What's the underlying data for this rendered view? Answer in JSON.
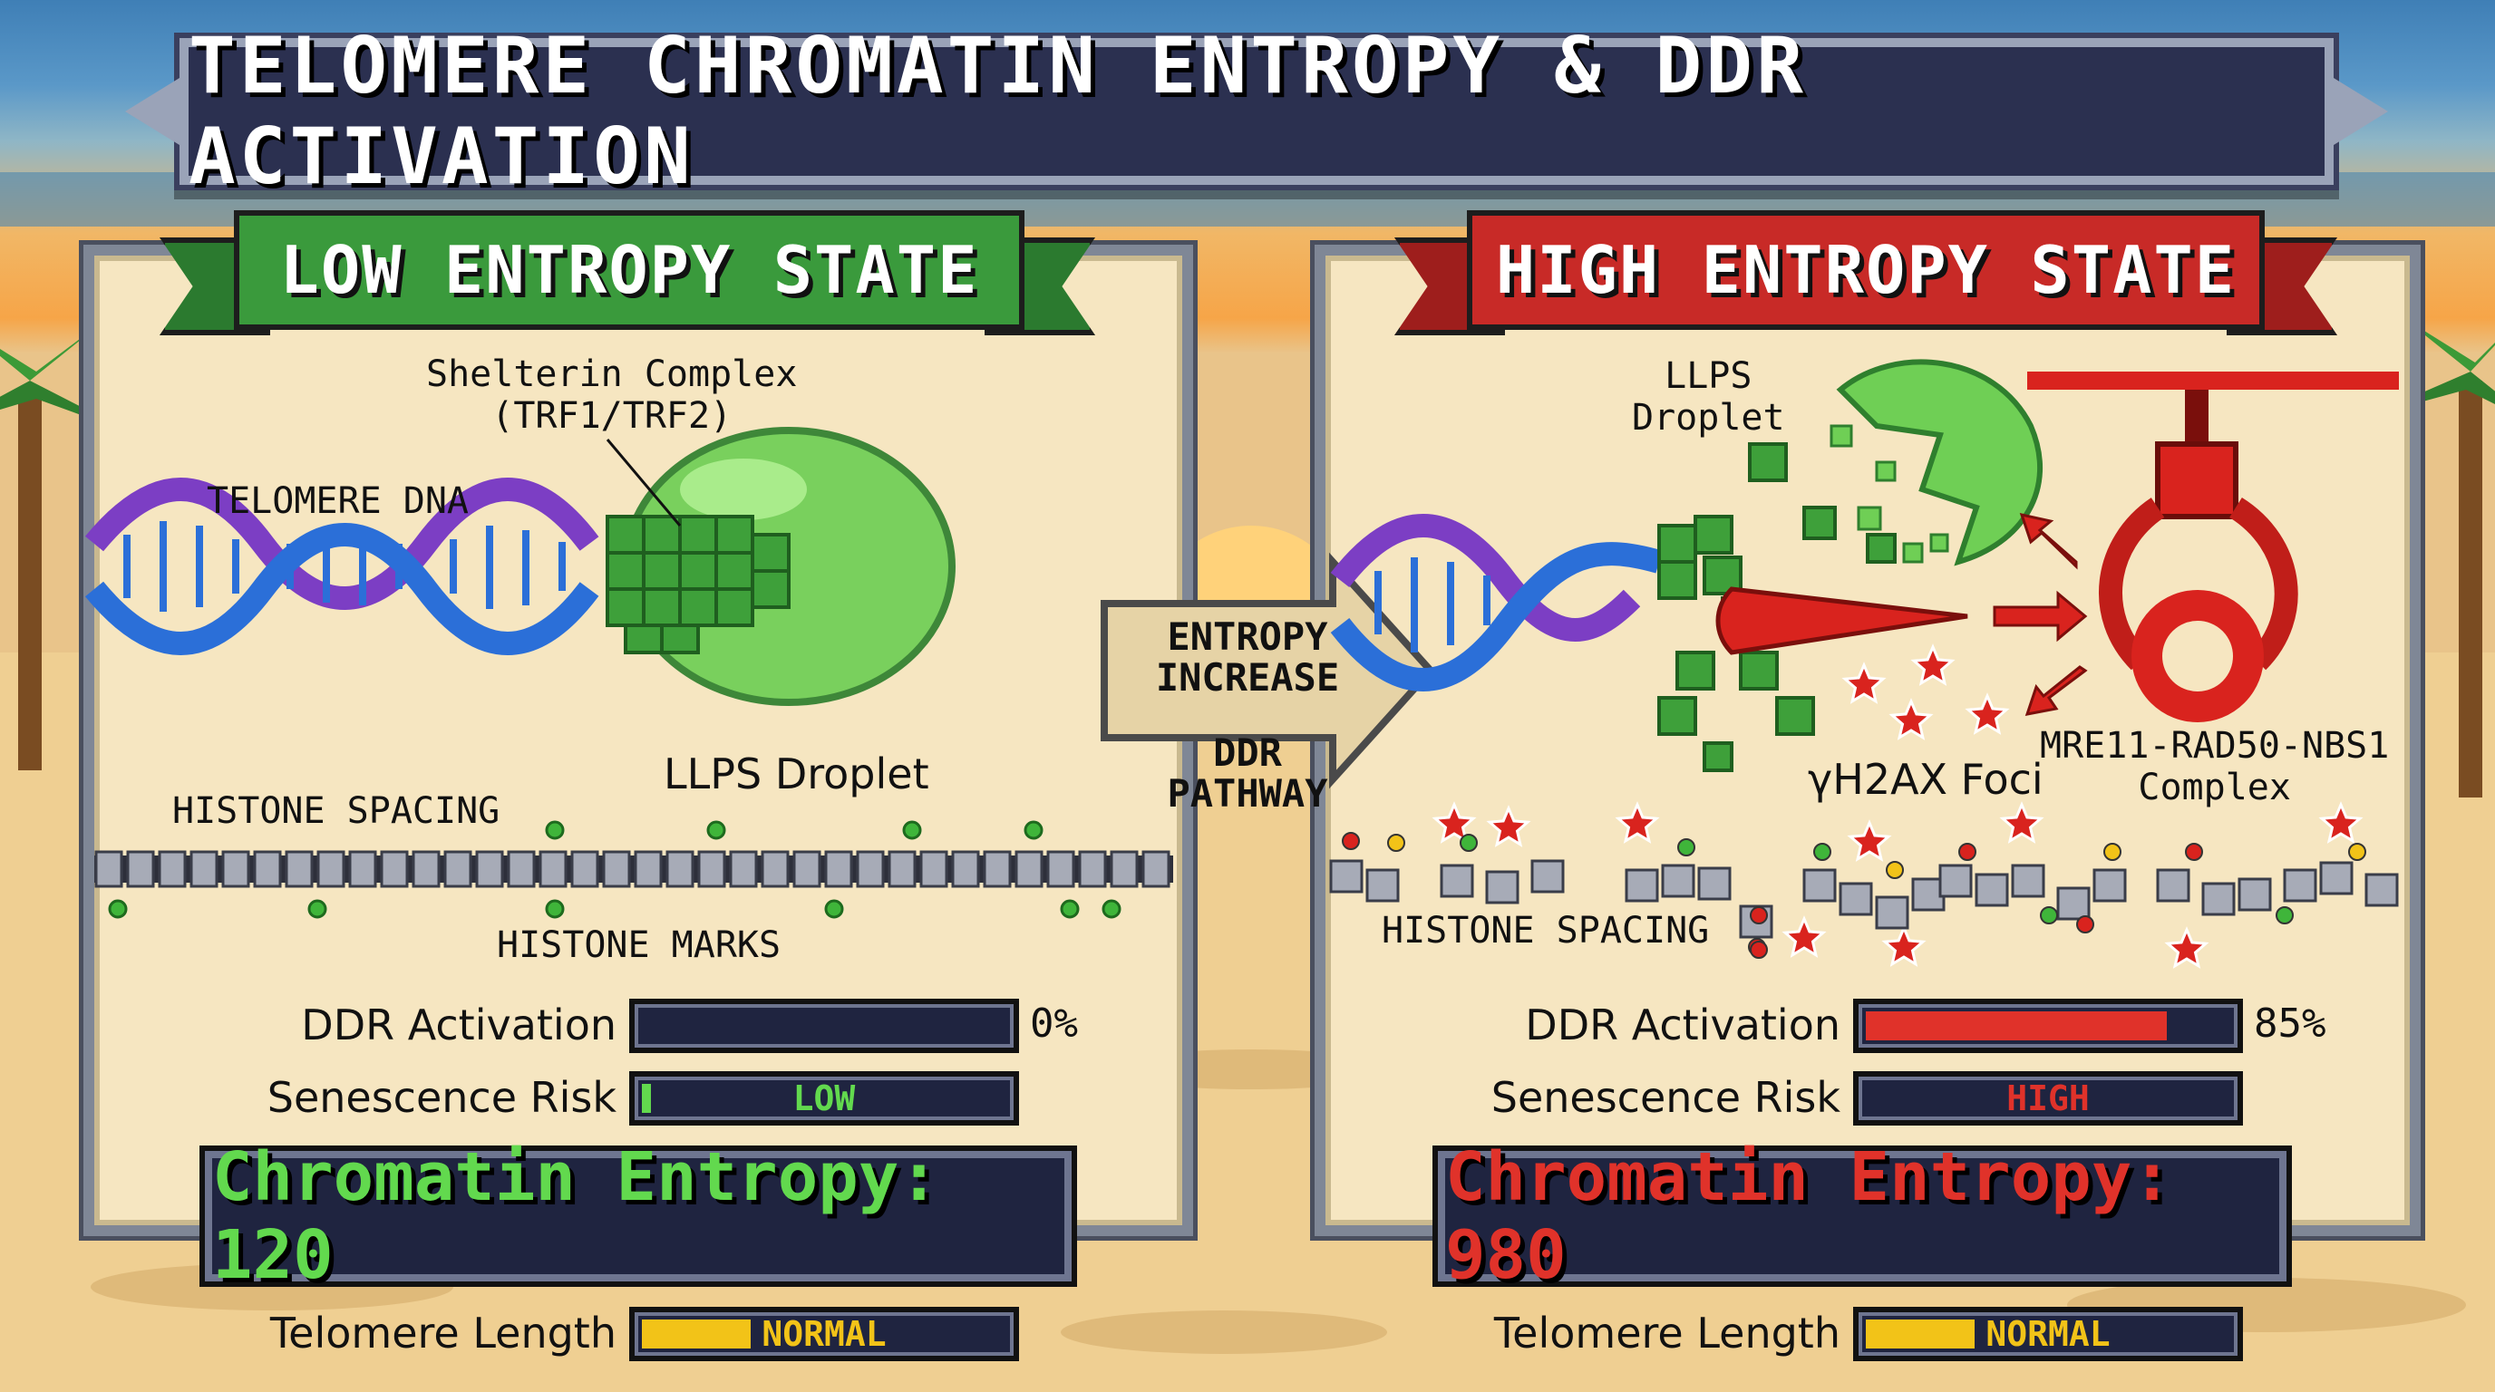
{
  "title": "TELOMERE CHROMATIN ENTROPY & DDR ACTIVATION",
  "center_arrow": {
    "line1": "ENTROPY",
    "line2": "INCREASE",
    "sub1": "DDR",
    "sub2": "PATHWAY"
  },
  "left_panel": {
    "header": "LOW ENTROPY STATE",
    "shelterin_line1": "Shelterin Complex",
    "shelterin_line2": "(TRF1/TRF2)",
    "telomere_dna": "TELOMERE DNA",
    "llps_droplet": "LLPS Droplet",
    "histone_spacing": "HISTONE SPACING",
    "histone_marks": "HISTONE MARKS",
    "ddr_label": "DDR Activation",
    "ddr_value": "0%",
    "ddr_level": 0,
    "senescence_label": "Senescence Risk",
    "senescence_value": "LOW",
    "entropy_text": "Chromatin Entropy: 120",
    "telomere_label": "Telomere Length",
    "telomere_value": "NORMAL"
  },
  "right_panel": {
    "header": "HIGH ENTROPY STATE",
    "llps_line1": "LLPS",
    "llps_line2": "Droplet",
    "h2ax": "γH2AX Foci",
    "mrn_line1": "MRE11-RAD50-NBS1",
    "mrn_line2": "Complex",
    "histone_spacing": "HISTONE SPACING",
    "ddr_label": "DDR Activation",
    "ddr_value": "85%",
    "ddr_level": 0.85,
    "senescence_label": "Senescence Risk",
    "senescence_value": "HIGH",
    "entropy_text": "Chromatin Entropy: 980",
    "telomere_label": "Telomere Length",
    "telomere_value": "NORMAL"
  },
  "colors": {
    "low": "#62d94e",
    "high": "#e0322a",
    "telomere_bar": "#f2c318",
    "panel": "#f6e6c1",
    "frame": "#2b3050"
  },
  "icons": [
    "palm-tree-icon",
    "dna-helix-icon",
    "llps-droplet-icon",
    "shelterin-block-icon",
    "mrn-claw-icon",
    "h2ax-star-icon",
    "red-cone-icon",
    "red-arrow-icon"
  ]
}
